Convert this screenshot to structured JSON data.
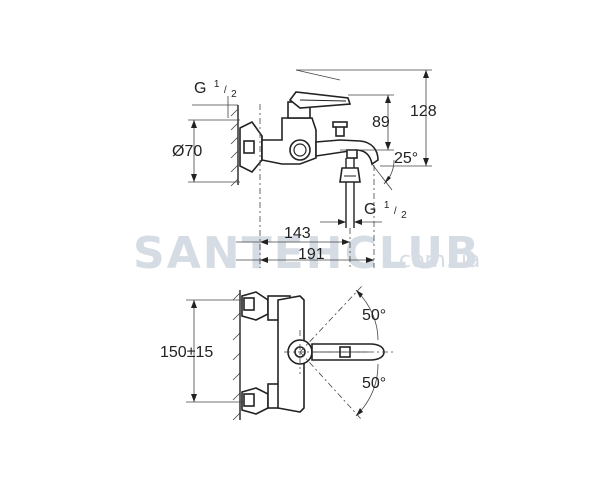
{
  "watermark": {
    "brand": "SANTEHCLUB",
    "domain": ".com.ua"
  },
  "side_view": {
    "thread_top": {
      "main": "G",
      "sup": "1",
      "sub": "2"
    },
    "diameter": "Ø70",
    "dim_89": "89",
    "dim_128": "128",
    "angle_spout": "25°",
    "thread_bottom": {
      "main": "G",
      "sup": "1",
      "sub": "2"
    },
    "dim_143": "143",
    "dim_191": "191"
  },
  "top_view": {
    "angle_up": "50°",
    "angle_down": "50°",
    "centres": "150±15"
  },
  "colors": {
    "line": "#222222",
    "watermark": "#d6dce4",
    "background": "#ffffff"
  }
}
